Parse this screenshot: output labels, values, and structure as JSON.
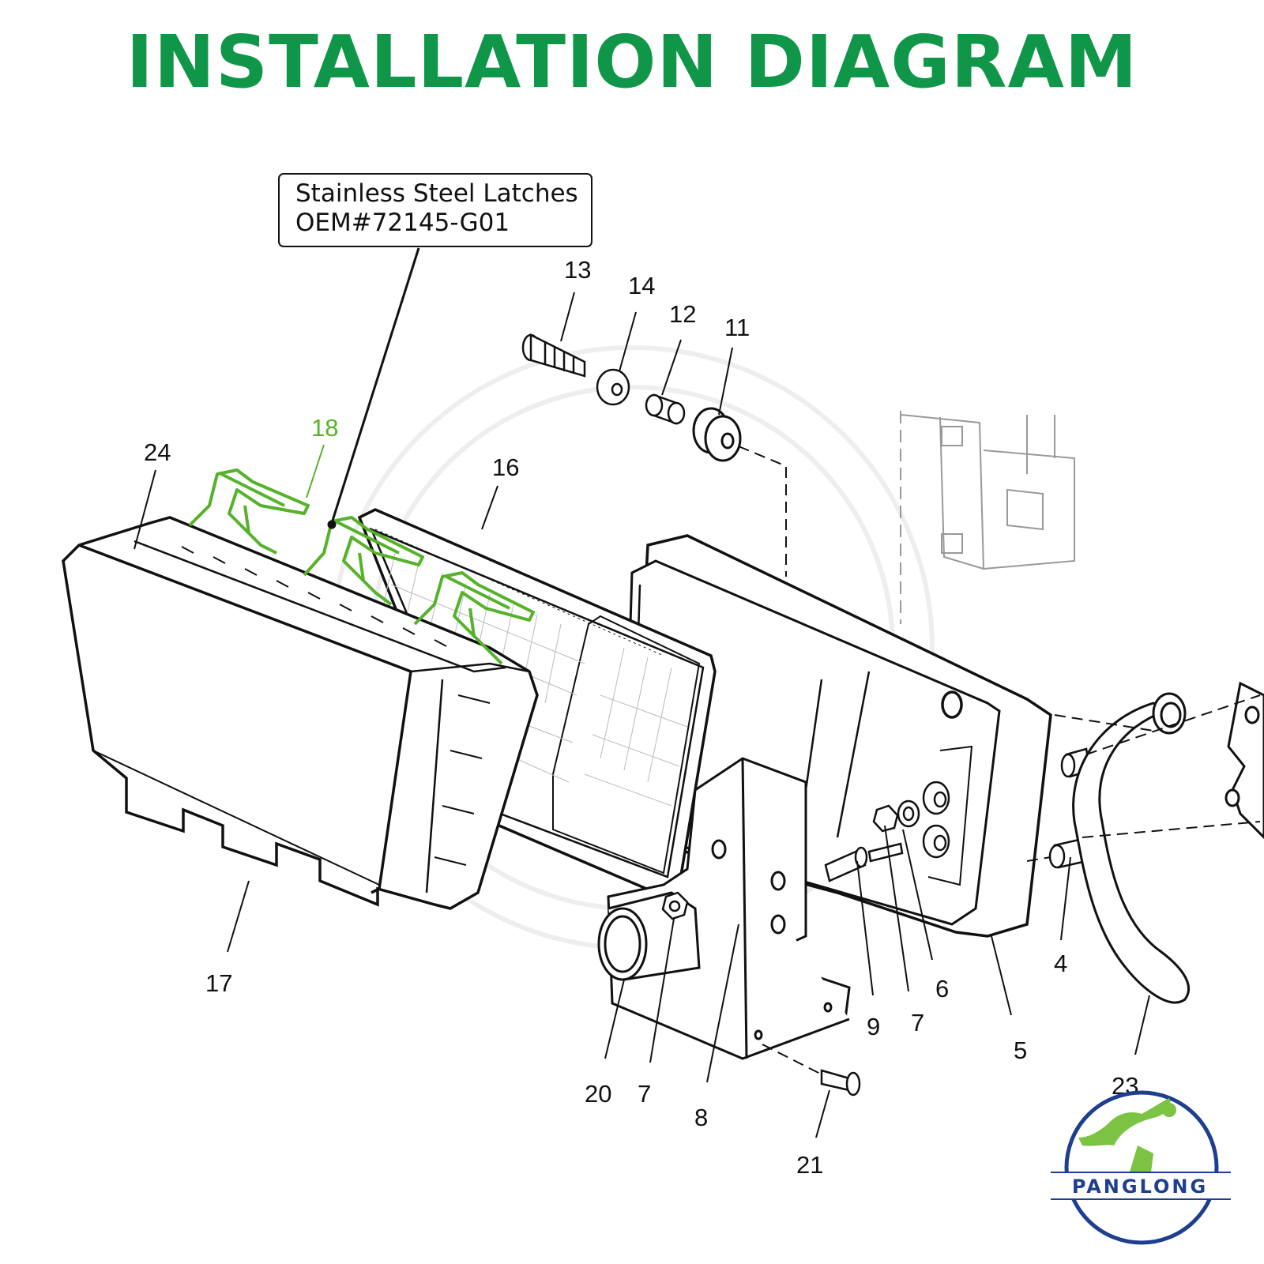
{
  "title": "INSTALLATION DIAGRAM",
  "callout": {
    "line1": "Stainless Steel Latches",
    "line2": "OEM#72145-G01"
  },
  "highlight_color": "#56b22b",
  "title_color": "#0f9648",
  "labels": {
    "p13": "13",
    "p14": "14",
    "p12": "12",
    "p11": "11",
    "p18": "18",
    "p24": "24",
    "p16": "16",
    "p17": "17",
    "p4": "4",
    "p5": "5",
    "p6": "6",
    "p7a": "7",
    "p9": "9",
    "p7b": "7",
    "p20": "20",
    "p8": "8",
    "p21": "21",
    "p23": "23"
  },
  "logo": {
    "text": "PANGLONG"
  }
}
